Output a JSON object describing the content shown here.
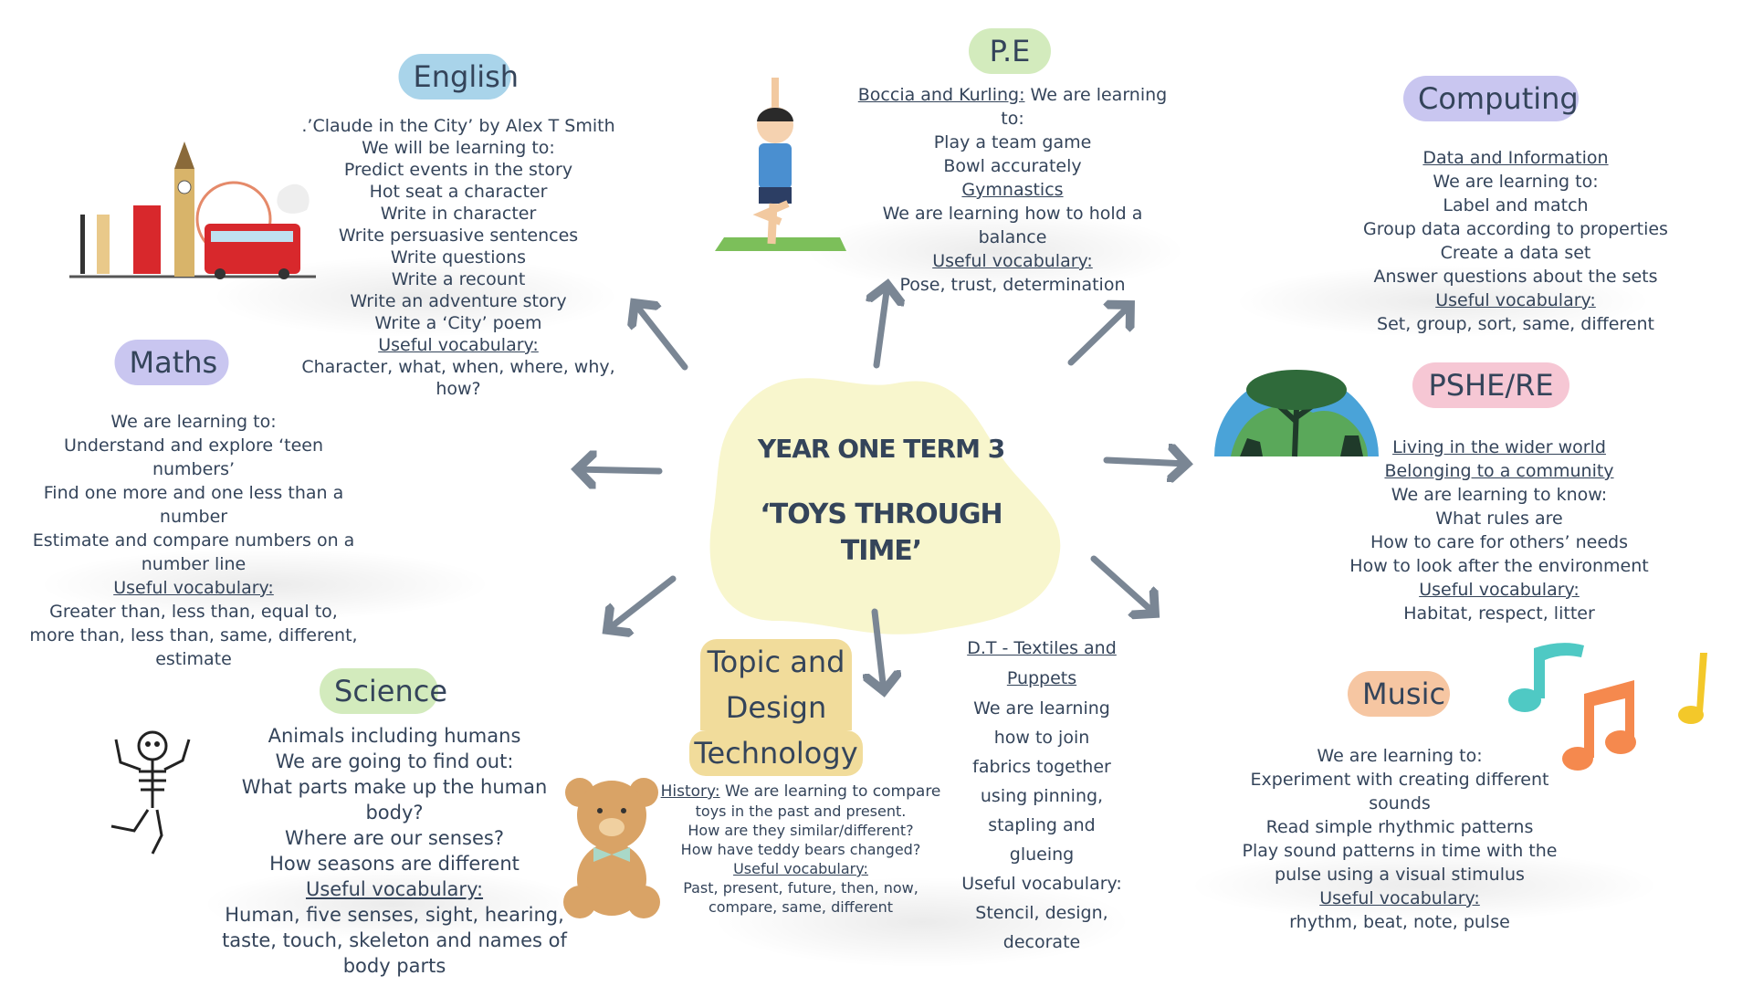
{
  "center": {
    "line1": "YEAR ONE TERM 3",
    "line2": "‘TOYS THROUGH",
    "line3": "TIME’"
  },
  "english": {
    "title": "English",
    "lines": [
      ".’Claude in the City’ by Alex T Smith",
      "We will be learning to:",
      "Predict events in the story",
      "Hot seat a character",
      "Write in character",
      "Write persuasive sentences",
      "Write questions",
      "Write a recount",
      "Write an adventure story",
      "Write a ‘City’ poem"
    ],
    "vocab_label": "Useful vocabulary:",
    "vocab": [
      "Character, what, when, where, why,",
      "how?"
    ]
  },
  "pe": {
    "title": "P.E",
    "sub1": "Boccia and Kurling:",
    "lines1": [
      "We are learning",
      "to:",
      "Play a team game",
      "Bowl accurately"
    ],
    "sub2": "Gymnastics",
    "lines2": [
      "We are learning how to hold a",
      "balance"
    ],
    "vocab_label": "Useful vocabulary:",
    "vocab": [
      "Pose, trust, determination"
    ]
  },
  "computing": {
    "title": "Computing",
    "sub": "Data and Information",
    "lines": [
      "We are learning to:",
      "Label and match",
      "Group data according to properties",
      "Create a data set",
      "Answer questions about the sets"
    ],
    "vocab_label": "Useful vocabulary:",
    "vocab": [
      "Set, group, sort, same, different"
    ]
  },
  "pshe": {
    "title": "PSHE/RE",
    "sub1": "Living in the wider world",
    "sub2": "Belonging to a community",
    "lines": [
      "We are learning to know:",
      "What rules are",
      "How to care for others’ needs",
      "How to look after the environment"
    ],
    "vocab_label": "Useful vocabulary:",
    "vocab": [
      "Habitat, respect, litter"
    ]
  },
  "maths": {
    "title": "Maths",
    "lines": [
      "We are learning to:",
      "Understand and explore ‘teen",
      "numbers’",
      "Find one more and one less than a",
      "number",
      "Estimate and compare numbers on a",
      "number line"
    ],
    "vocab_label": "Useful vocabulary:",
    "vocab": [
      "Greater than, less than, equal to,",
      "more than, less than, same, different,",
      "estimate"
    ]
  },
  "science": {
    "title": "Science",
    "lines": [
      "Animals including humans",
      "We are going to find out:",
      "What parts make up the human",
      "body?",
      "Where are our senses?",
      "How seasons are different"
    ],
    "vocab_label": "Useful vocabulary:",
    "vocab": [
      "Human, five senses, sight, hearing,",
      "taste, touch, skeleton and names of",
      "body parts"
    ]
  },
  "topic": {
    "title": [
      "Topic and",
      "Design",
      "Technology"
    ],
    "history_label": "History:",
    "history_first": "We are learning to compare",
    "lines": [
      "toys in the past and present.",
      "How are they similar/different?",
      "How have teddy bears changed?"
    ],
    "vocab_label": "Useful vocabulary:",
    "vocab": [
      "Past, present, future, then, now,",
      "compare, same, different"
    ]
  },
  "dt": {
    "title": [
      "D.T - Textiles and",
      "Puppets"
    ],
    "lines": [
      "We are learning",
      "how to join",
      "fabrics together",
      "using pinning,",
      "stapling and",
      "glueing",
      "Useful vocabulary:",
      "Stencil, design,",
      "decorate"
    ]
  },
  "music": {
    "title": "Music",
    "lines": [
      "We are learning to:",
      "Experiment with creating different",
      "sounds",
      "Read simple rhythmic patterns",
      "Play sound patterns in time with the",
      "pulse using a visual stimulus"
    ],
    "vocab_label": "Useful vocabulary:",
    "vocab": [
      "rhythm, beat, note, pulse"
    ]
  },
  "colors": {
    "english": "#a9d4ea",
    "pe": "#d3ebbd",
    "computing": "#c9c6f0",
    "pshe": "#f6c7d4",
    "maths": "#c9c6f0",
    "science": "#d3ebbd",
    "topic": "#f1dc9b",
    "music": "#f6c6a2",
    "blob": "#f8f6cd",
    "arrow": "#7a8694",
    "text": "#34445a"
  }
}
